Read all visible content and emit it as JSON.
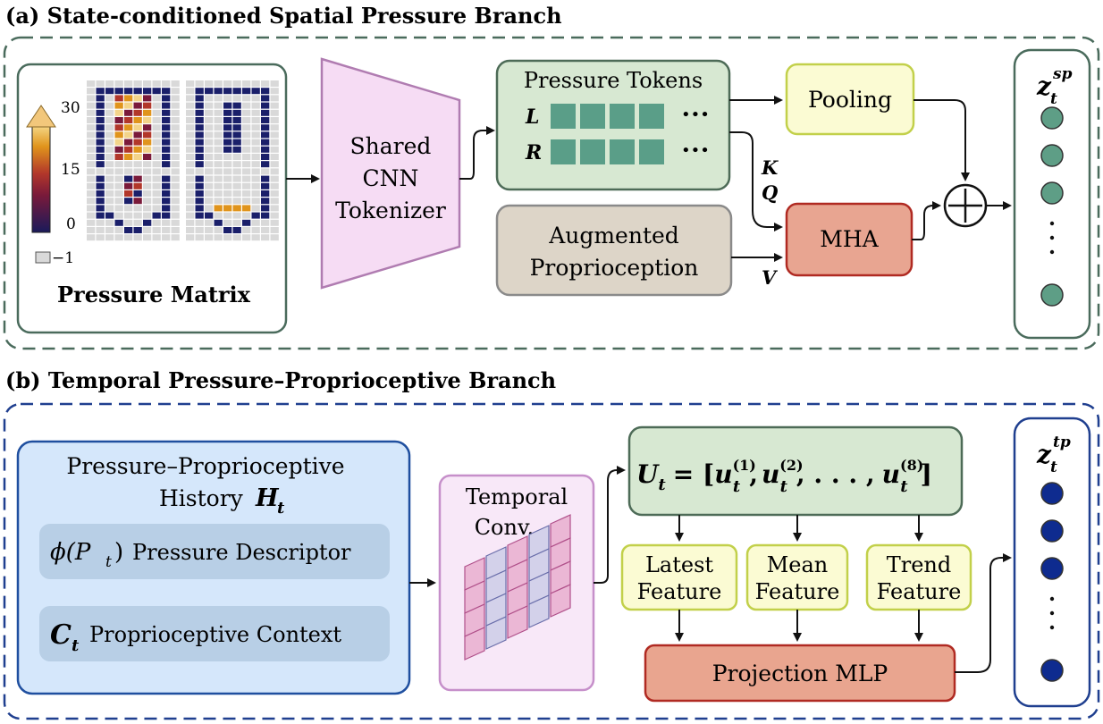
{
  "panel_a": {
    "title": "(a) State-conditioned Spatial Pressure Branch",
    "pressure_matrix": {
      "label": "Pressure Matrix",
      "colorbar_ticks": [
        "30",
        "15",
        "0"
      ],
      "missing_label": "−1"
    },
    "tokenizer": {
      "line1": "Shared",
      "line2": "CNN",
      "line3": "Tokenizer"
    },
    "tokens": {
      "title": "Pressure Tokens",
      "row_l": "L",
      "row_r": "R",
      "ellipsis": "•••"
    },
    "pooling": "Pooling",
    "proprio": {
      "line1": "Augmented",
      "line2": "Proprioception"
    },
    "mha": "MHA",
    "kq": {
      "k": "K",
      "q": "Q"
    },
    "v": "V",
    "output": {
      "z": "z",
      "sub": "t",
      "sup": "sp"
    }
  },
  "panel_b": {
    "title": "(b) Temporal Pressure–Proprioceptive Branch",
    "history": {
      "line1": "Pressure–Proprioceptive",
      "line2": "History",
      "var": "H",
      "var_sub": "t",
      "descriptor_math": "ϕ(P",
      "descriptor_sub": "t",
      "descriptor_close": ")",
      "descriptor_label": "Pressure Descriptor",
      "context_var": "C",
      "context_sub": "t",
      "context_label": "Proprioceptive Context"
    },
    "temporal_conv": {
      "line1": "Temporal",
      "line2": "Conv."
    },
    "u_formula": {
      "lhs": "U",
      "lhs_sub": "t",
      "eq": "= [",
      "u": "u",
      "sub": "t",
      "sup1": "(1)",
      "sup2": "(2)",
      "dots": ", . . . ,",
      "sup8": "(8)",
      "close": "]"
    },
    "features": [
      {
        "line1": "Latest",
        "line2": "Feature"
      },
      {
        "line1": "Mean",
        "line2": "Feature"
      },
      {
        "line1": "Trend",
        "line2": "Feature"
      }
    ],
    "projection": "Projection MLP",
    "output": {
      "z": "z",
      "sub": "t",
      "sup": "tp"
    }
  },
  "colors": {
    "panel_a_border": "#4a6b5c",
    "panel_b_border": "#1f3f8f",
    "tokens_fill": "#d7e8d2",
    "tokens_border": "#4d6b57",
    "token_cell": "#5a9e88",
    "pooling_fill": "#fbfbd3",
    "pooling_border": "#c2d04a",
    "proprio_fill": "#ddd5c8",
    "proprio_border": "#8a8a8a",
    "mha_fill": "#e8a591",
    "mha_border": "#b02a22",
    "tokenizer_fill": "#f6dcf4",
    "tokenizer_border": "#b07cb1",
    "history_fill": "#d5e7fb",
    "history_border": "#1f4f9f",
    "history_item": "#b8cfe6",
    "conv_fill": "#f8e8f8",
    "conv_border": "#c68fca",
    "feature_fill": "#fbfbd3",
    "feature_border": "#c2d04a",
    "u_fill": "#d7e8d2",
    "u_border": "#4d6b57",
    "proj_fill": "#e9a58f",
    "proj_border": "#b02a22",
    "sp_dot": "#5e9e86",
    "tp_dot": "#0e2b8f"
  },
  "icons": [
    "arrow-icon",
    "plus-circle-icon",
    "colorbar-arrow-icon"
  ]
}
